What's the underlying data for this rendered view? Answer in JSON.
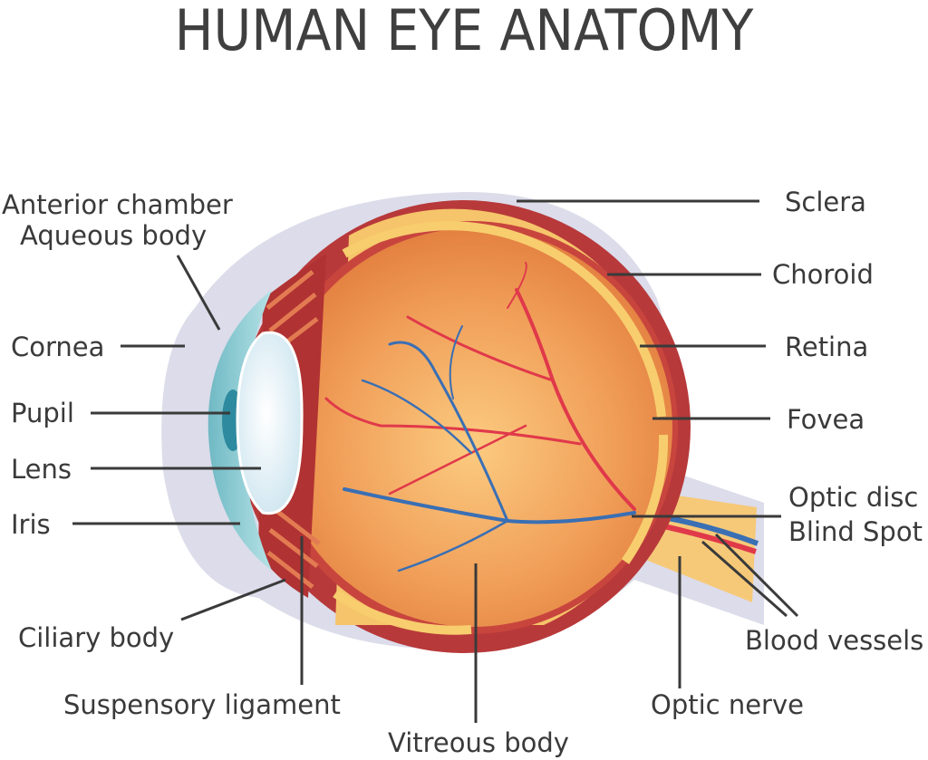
{
  "title": "HUMAN EYE ANATOMY",
  "labels": {
    "anterior_chamber": "Anterior chamber",
    "aqueous_body": "Aqueous body",
    "cornea": "Cornea",
    "pupil": "Pupil",
    "lens": "Lens",
    "iris": "Iris",
    "ciliary_body": "Ciliary body",
    "suspensory_ligament": "Suspensory ligament",
    "vitreous_body": "Vitreous body",
    "optic_nerve": "Optic nerve",
    "blood_vessels": "Blood vessels",
    "optic_disc": "Optic disc",
    "blind_spot": "Blind Spot",
    "fovea": "Fovea",
    "retina": "Retina",
    "choroid": "Choroid",
    "sclera": "Sclera"
  },
  "colors": {
    "title": "#3f3f3f",
    "outline": "#d8d8e6",
    "choroid": "#b8393a",
    "retina": "#f6c46a",
    "vitreous_center": "#f7b86a",
    "vitreous_edge": "#e0763c",
    "cornea": "#8fd0d6",
    "lens": "#e8f3f8",
    "iris": "#2e8a9e",
    "optic_nerve": "#f6c978",
    "artery": "#e0394a",
    "vein": "#3a6fb4"
  }
}
